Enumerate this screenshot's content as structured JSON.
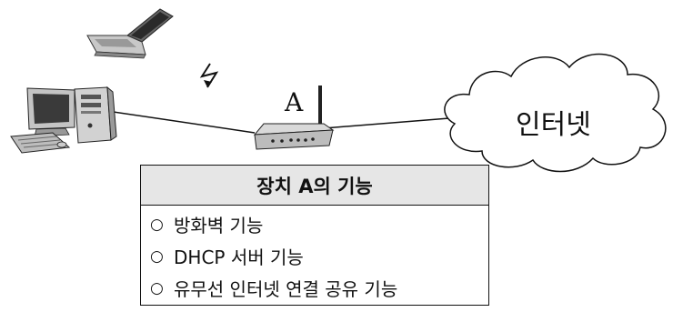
{
  "device_label": "A",
  "cloud_label": "인터넷",
  "table": {
    "title": "장치 A의 기능",
    "items": [
      {
        "bullet": "○",
        "text": "방화벽 기능"
      },
      {
        "bullet": "○",
        "text": "DHCP 서버 기능"
      },
      {
        "bullet": "○",
        "text": "유무선 인터넷 연결 공유 기능"
      }
    ]
  }
}
